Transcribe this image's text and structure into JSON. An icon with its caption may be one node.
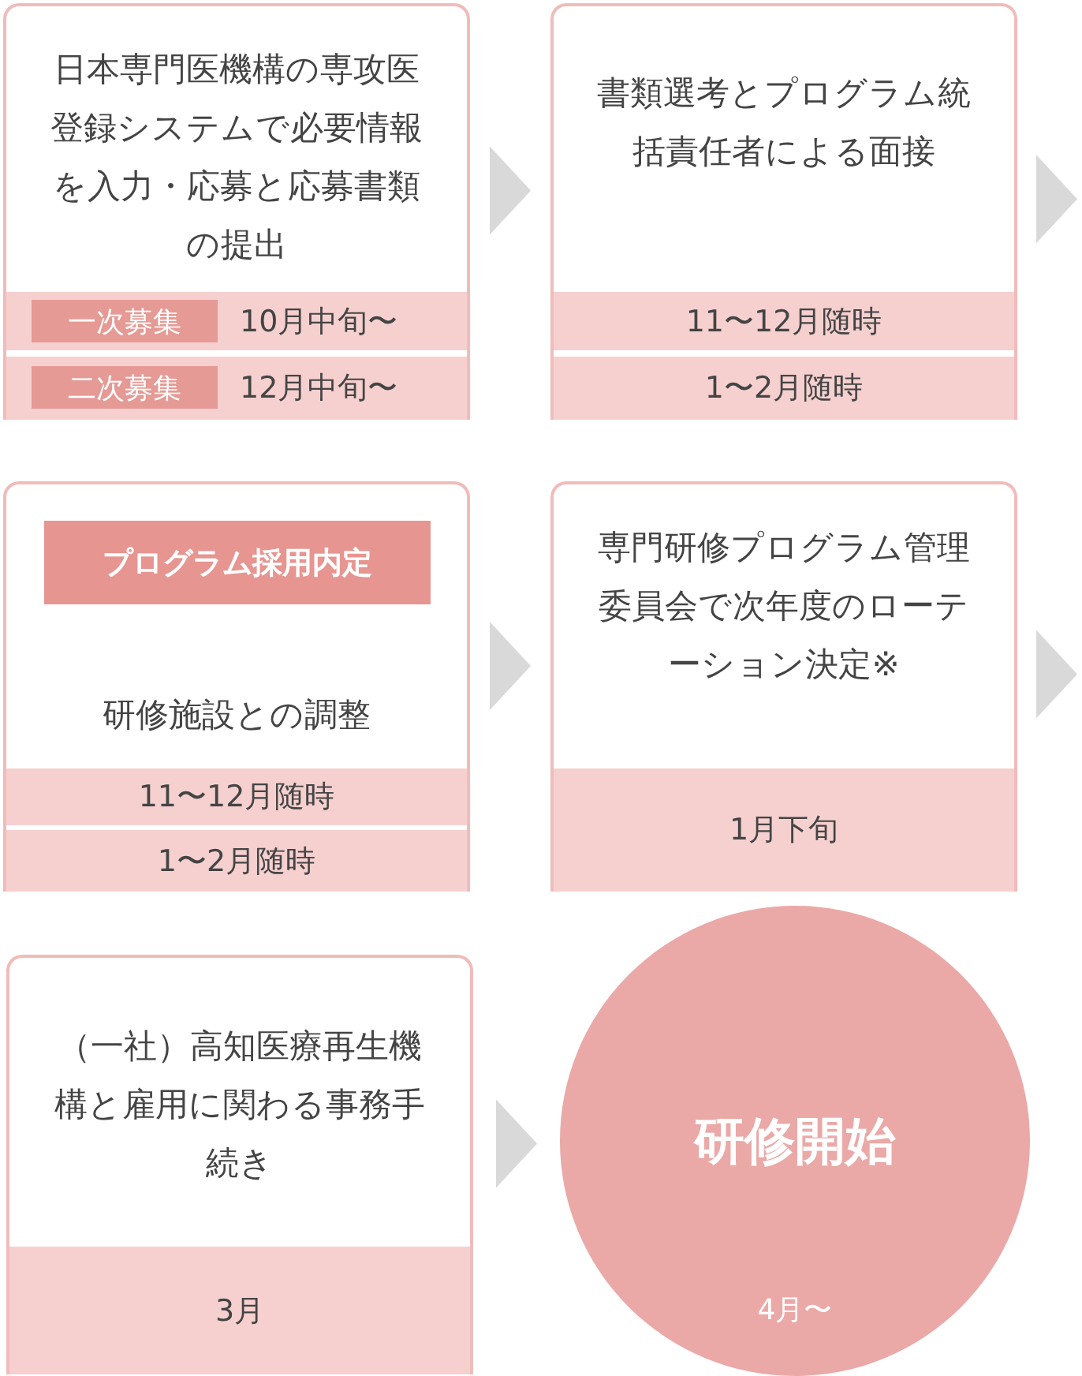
{
  "diagram": {
    "nodes": [
      {
        "text": [
          "日本専門医機構の専攻医登録システムで必要情報を入力・応募と応募書類の提出"
        ]
      },
      {
        "text": [
          "10月中旬〜"
        ],
        "in": 0
      },
      {
        "text": [
          "一次募集"
        ],
        "in": 1
      },
      {
        "text": [
          "12月中旬〜"
        ],
        "in": 0
      },
      {
        "text": [
          "二次募集"
        ],
        "in": 3
      },
      {
        "text": [
          "書類選考とプログラム統括責任者による面接"
        ]
      },
      {
        "text": [
          "11〜12月随時"
        ],
        "in": 5
      },
      {
        "text": [
          "1〜2月随時"
        ],
        "in": 5
      },
      {
        "text": [
          "研修施設との調整"
        ]
      },
      {
        "text": [
          "プログラム採用内定"
        ],
        "in": 8
      },
      {
        "text": [
          "11〜12月随時"
        ],
        "in": 8
      },
      {
        "text": [
          "1〜2月随時"
        ],
        "in": 8
      },
      {
        "text": [
          "専門研修プログラム管理委員会で次年度のローテーション決定※"
        ]
      },
      {
        "text": [
          "1月下旬"
        ],
        "in": 12
      },
      {
        "text": [
          "（一社）高知医療再生機構と雇用に関わる事務手続き"
        ]
      },
      {
        "text": [
          "3月"
        ],
        "in": 14
      },
      {
        "text": [
          "研修開始",
          "4月〜"
        ]
      }
    ],
    "edges": [
      {
        "from": 0,
        "to": 5,
        "arrow": "to"
      },
      {
        "from": 5,
        "to": null,
        "arrow": "to"
      },
      {
        "from": 8,
        "to": 12,
        "arrow": "to"
      },
      {
        "from": 12,
        "to": null,
        "arrow": "to"
      },
      {
        "from": 14,
        "to": 16,
        "arrow": "to"
      }
    ]
  }
}
